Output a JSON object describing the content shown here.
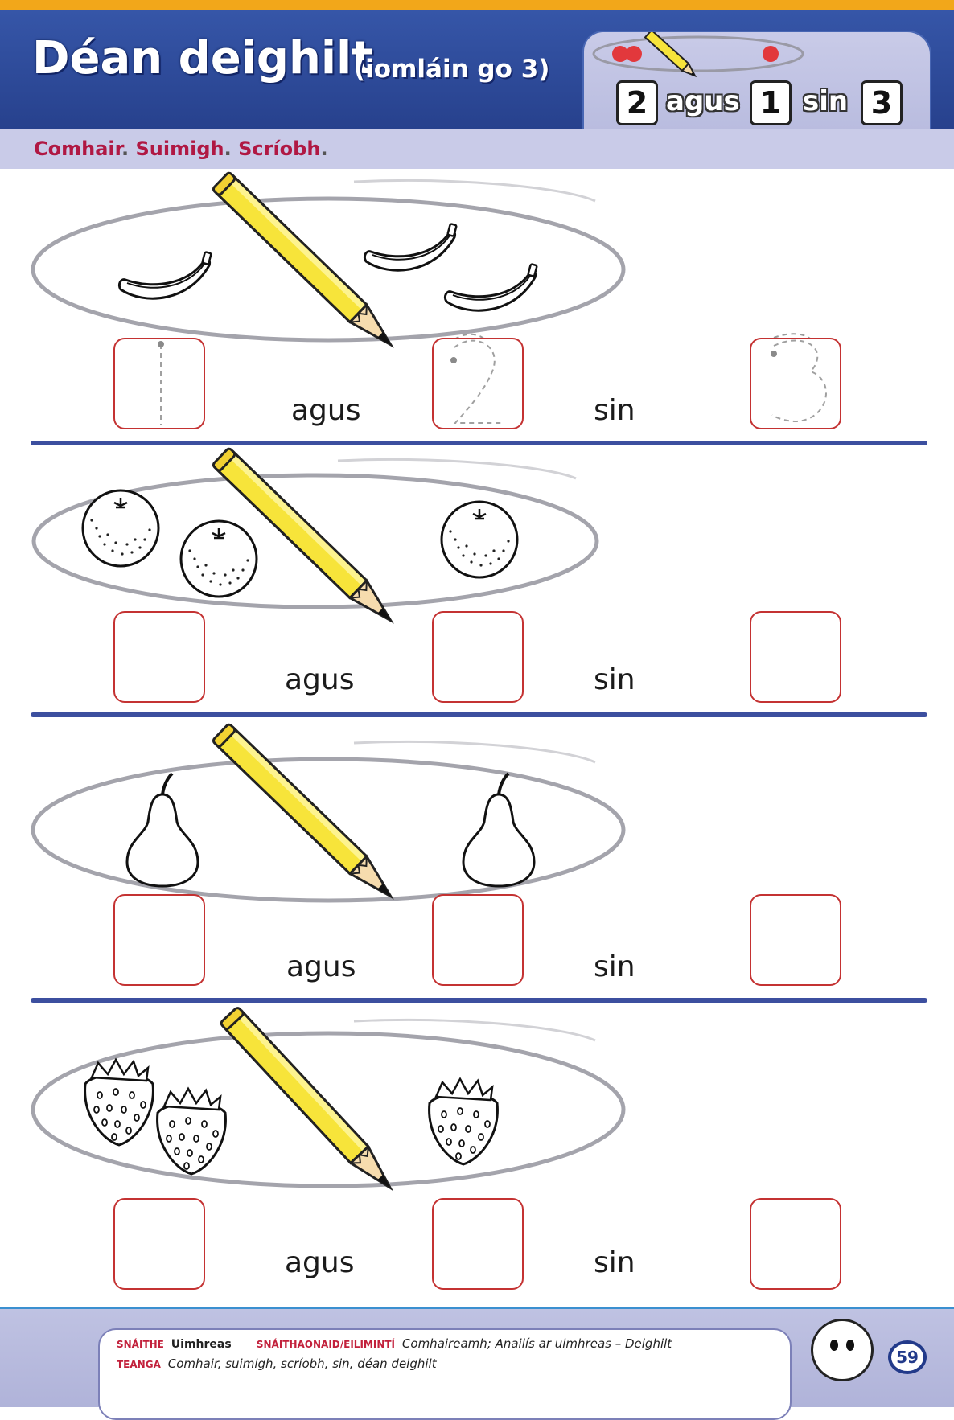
{
  "header": {
    "title": "Déan deighilt",
    "subtitle": "(iomláin go 3)",
    "example": {
      "first": "2",
      "and_word": "agus",
      "second": "1",
      "is_word": "sin",
      "result": "3"
    }
  },
  "instruction": {
    "part1": "Comhair",
    "dot1": ".",
    "part2": "Suimigh",
    "dot2": ".",
    "part3": "Scríobh",
    "dot3": "."
  },
  "rows": [
    {
      "fruit": "banana",
      "left_count": 1,
      "right_count": 2,
      "and_word": "agus",
      "is_word": "sin",
      "traced": [
        "1",
        "2",
        "3"
      ]
    },
    {
      "fruit": "orange",
      "left_count": 2,
      "right_count": 1,
      "and_word": "agus",
      "is_word": "sin"
    },
    {
      "fruit": "pear",
      "left_count": 1,
      "right_count": 1,
      "and_word": "agus",
      "is_word": "sin"
    },
    {
      "fruit": "strawberry",
      "left_count": 2,
      "right_count": 1,
      "and_word": "agus",
      "is_word": "sin"
    }
  ],
  "footer": {
    "strand_label": "SNÁITHE",
    "strand_value": "Uimhreas",
    "unit_label": "SNÁITHAONAID/EILIMINTÍ",
    "unit_value": "Comhaireamh; Anailís ar uimhreas – Deighilt",
    "language_label": "TEANGA",
    "language_value": "Comhair, suimigh, scríobh, sin, déan deighilt",
    "page_number": "59"
  },
  "colors": {
    "header_blue": "#2e4a9c",
    "accent_red": "#b01843",
    "box_border": "#c43232",
    "divider_blue": "#3c4f9f",
    "pencil_yellow": "#f7e43a"
  }
}
